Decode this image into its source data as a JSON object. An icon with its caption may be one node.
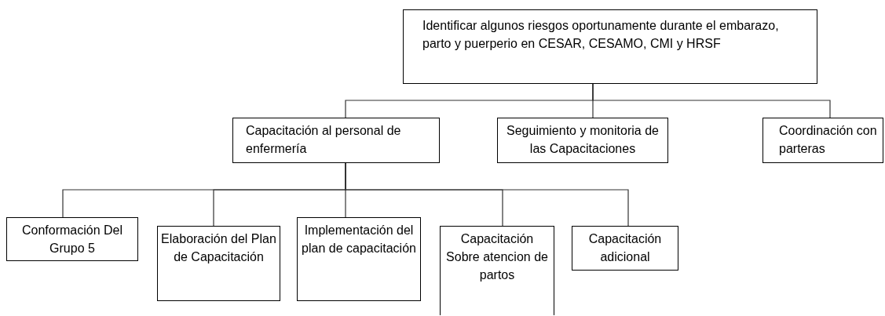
{
  "diagram": {
    "nodes": [
      {
        "text": [
          "Identificar algunos riesgos oportunamente durante el embarazo, parto y puerperio en CESAR, CESAMO, CMI y HRSF"
        ]
      },
      {
        "text": [
          "Capacitación al personal de enfermería"
        ]
      },
      {
        "text": [
          "Seguimiento y monitoria de las Capacitaciones"
        ]
      },
      {
        "text": [
          "Coordinación con parteras"
        ]
      },
      {
        "text": [
          "Conformación Del Grupo 5"
        ]
      },
      {
        "text": [
          "Elaboración del Plan de Capacitación"
        ]
      },
      {
        "text": [
          "Implementación del plan de capacitación"
        ]
      },
      {
        "text": [
          "Capacitación Sobre atencion de partos"
        ]
      },
      {
        "text": [
          "Capacitación adicional"
        ]
      }
    ],
    "edges": [
      {
        "from": 0,
        "to": 1,
        "arrow": "none"
      },
      {
        "from": 0,
        "to": 2,
        "arrow": "none"
      },
      {
        "from": 0,
        "to": 3,
        "arrow": "none"
      },
      {
        "from": 1,
        "to": 4,
        "arrow": "none"
      },
      {
        "from": 1,
        "to": 5,
        "arrow": "none"
      },
      {
        "from": 1,
        "to": 6,
        "arrow": "none"
      },
      {
        "from": 1,
        "to": 7,
        "arrow": "none"
      },
      {
        "from": 1,
        "to": 8,
        "arrow": "none"
      }
    ]
  }
}
